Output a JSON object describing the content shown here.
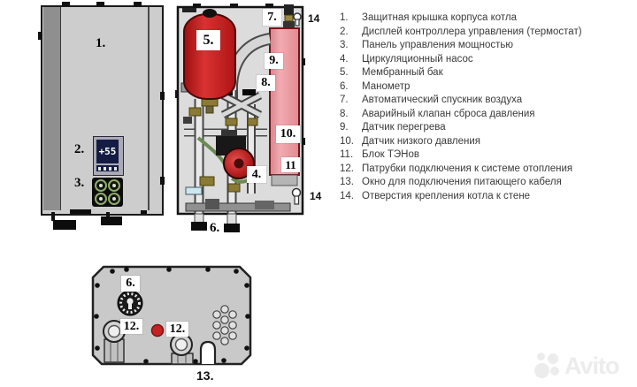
{
  "front_view": {
    "label_body": "1.",
    "label_display": "2.",
    "label_panel": "3.",
    "display_value": "+55"
  },
  "internal_view": {
    "label_tank": "5.",
    "label_air_vent": "7.",
    "label_overheat_sensor": "9.",
    "label_relief_valve": "8.",
    "label_low_pressure": "10.",
    "label_heater_block": "11",
    "label_pump": "4.",
    "label_manometer": "6.",
    "label_mount_top": "14",
    "label_mount_side": "14"
  },
  "bottom_view": {
    "label_manometer": "6.",
    "label_pipe_left": "12.",
    "label_pipe_right": "12.",
    "label_cable_window": "13."
  },
  "legend": {
    "items": [
      {
        "num": "1.",
        "text": "Защитная крышка корпуса котла"
      },
      {
        "num": "2.",
        "text": "Дисплей контроллера управления (термостат)"
      },
      {
        "num": "3.",
        "text": "Панель управления мощностью"
      },
      {
        "num": "4.",
        "text": "Циркуляционный насос"
      },
      {
        "num": "5.",
        "text": "Мембранный бак"
      },
      {
        "num": "6.",
        "text": "Манометр"
      },
      {
        "num": "7.",
        "text": "Автоматический спускник воздуха"
      },
      {
        "num": "8.",
        "text": "Аварийный клапан сброса давления"
      },
      {
        "num": "9.",
        "text": "Датчик перегрева"
      },
      {
        "num": "10.",
        "text": "Датчик низкого давления"
      },
      {
        "num": "11.",
        "text": "Блок ТЭНов"
      },
      {
        "num": "12.",
        "text": "Патрубки подключения к системе отопления"
      },
      {
        "num": "13.",
        "text": "Окно для подключения питающего кабеля"
      },
      {
        "num": "14.",
        "text": "Отверстия крепления котла к стене"
      }
    ]
  },
  "watermark": {
    "brand": "Avito"
  },
  "colors": {
    "tank_red": "#c32020",
    "heater_pink": "#ec9ba3",
    "pump_red": "#b22222",
    "body_gray": "#cdcdcd",
    "display_navy": "#141c44",
    "legend_text": "#3a3a3a"
  }
}
